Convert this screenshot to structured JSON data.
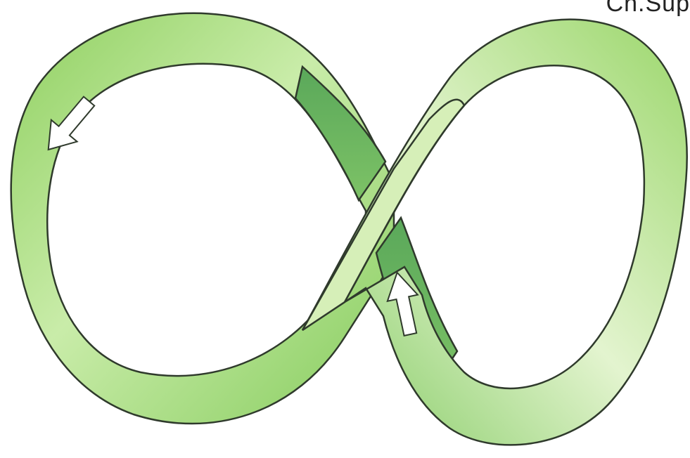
{
  "corner_text": "Ch.Sup",
  "colors": {
    "band_light": "#d6efb8",
    "band_mid": "#9ad66a",
    "band_dark": "#5fb45a",
    "outline": "#2f3a2c",
    "arrow_fill": "#ffffff"
  },
  "figure": {
    "subject": "infinity-loop",
    "arrows": [
      "arrow-down-left",
      "arrow-up"
    ]
  }
}
